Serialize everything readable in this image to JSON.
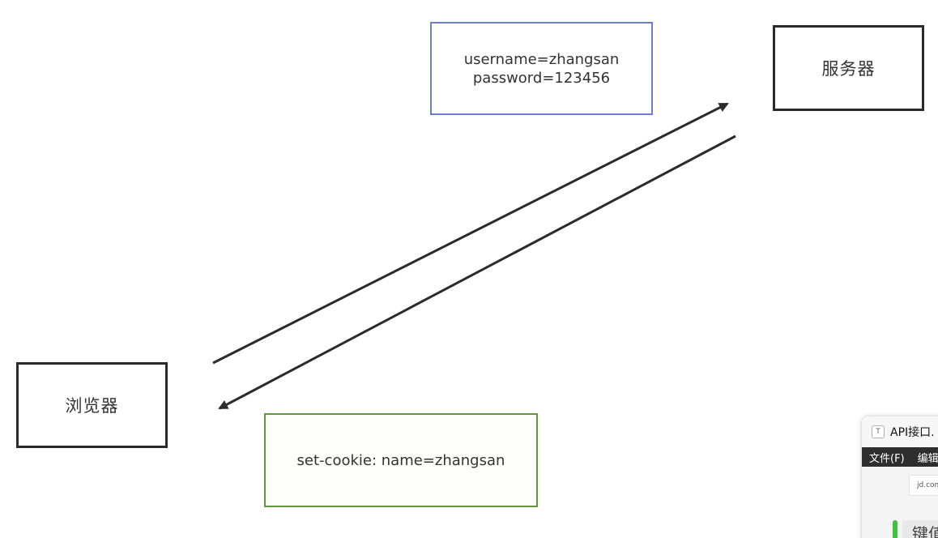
{
  "diagram": {
    "server": {
      "label": "服务器"
    },
    "browser": {
      "label": "浏览器"
    },
    "request": {
      "line1": "username=zhangsan",
      "line2": "password=123456"
    },
    "response": {
      "text": "set-cookie: name=zhangsan"
    },
    "colors": {
      "node_border": "#2b2b2b",
      "request_border": "#6a7fd2",
      "response_border": "#62963d",
      "arrow": "#2b2b2b"
    }
  },
  "app_window": {
    "title": "API接口.",
    "icon": "text-document-icon",
    "menu": [
      "文件(F)",
      "编辑"
    ],
    "url": "jd.com",
    "tab_label": "键值"
  }
}
